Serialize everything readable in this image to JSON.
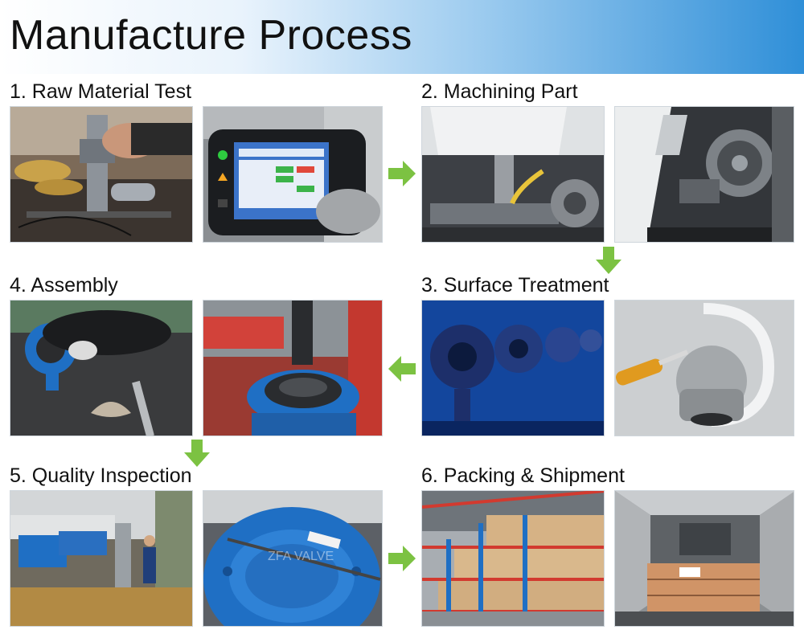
{
  "header": {
    "title": "Manufacture Process"
  },
  "steps": [
    {
      "label": "1. Raw Material Test",
      "photos": [
        "spectrometer-probe-photo",
        "spectrometer-screen-photo"
      ]
    },
    {
      "label": "2. Machining Part",
      "photos": [
        "cnc-lathe-photo",
        "cnc-chuck-photo"
      ]
    },
    {
      "label": "3. Surface Treatment",
      "photos": [
        "coated-valves-photo",
        "powder-spray-photo"
      ]
    },
    {
      "label": "4. Assembly",
      "photos": [
        "manual-assembly-photo",
        "assembly-press-photo"
      ]
    },
    {
      "label": "5. Quality Inspection",
      "photos": [
        "hydraulic-test-bench-photo",
        "inspected-valve-photo"
      ]
    },
    {
      "label": "6. Packing & Shipment",
      "photos": [
        "warehouse-crates-photo",
        "loaded-container-photo"
      ]
    }
  ],
  "watermark": "ZFA VALVE",
  "colors": {
    "arrow": "#7cc242",
    "headerAccent": "#2f8fd8",
    "valveBlue": "#1f6fc4"
  }
}
